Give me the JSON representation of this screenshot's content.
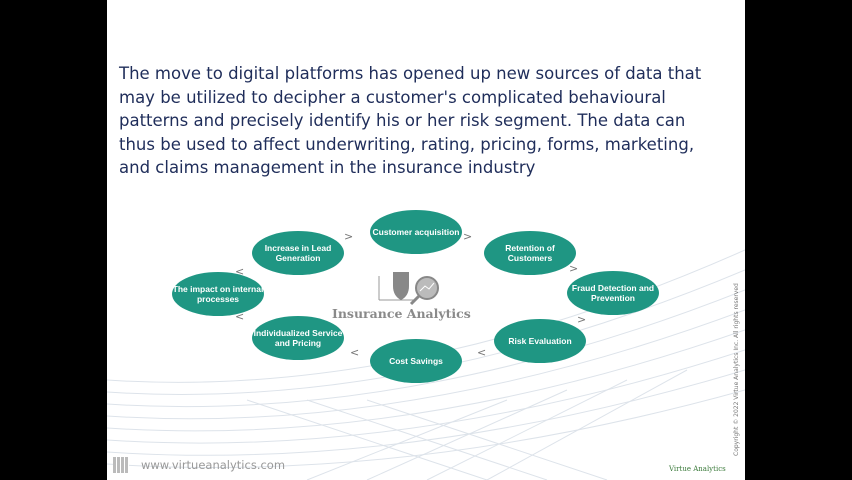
{
  "body_text": "The move to digital platforms has opened up new sources of data that may be utilized to decipher a customer's complicated behavioural patterns and precisely identify his or her risk segment. The data can thus be used to affect underwriting, rating, pricing, forms, marketing, and claims management in the insurance industry",
  "diagram": {
    "center_title": "Insurance Analytics",
    "nodes": [
      "Customer acquisition",
      "Retention of Customers",
      "Fraud Detection and Prevention",
      "Risk Evaluation",
      "Cost Savings",
      "Individualized Service and Pricing",
      "The impact on internal processes",
      "Increase in Lead Generation"
    ]
  },
  "footer": {
    "url": "www.virtueanalytics.com",
    "copyright": "Copyright © 2022 Virtue Analytics Inc. All rights reserved",
    "logo": "Virtue Analytics"
  },
  "colors": {
    "node": "#1f9683",
    "text": "#1f2d5a"
  }
}
